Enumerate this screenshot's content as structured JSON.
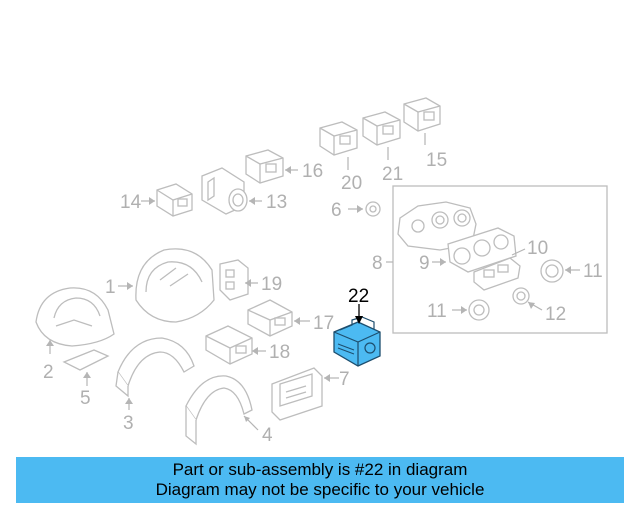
{
  "diagram": {
    "highlight_color": "#4cbaf2",
    "highlighted_part": "22",
    "callouts": {
      "c1": "1",
      "c2": "2",
      "c3": "3",
      "c4": "4",
      "c5": "5",
      "c6": "6",
      "c7": "7",
      "c8": "8",
      "c9": "9",
      "c10": "10",
      "c11a": "11",
      "c11b": "11",
      "c12": "12",
      "c13": "13",
      "c14": "14",
      "c15": "15",
      "c16": "16",
      "c17": "17",
      "c18": "18",
      "c19": "19",
      "c20": "20",
      "c21": "21",
      "c22": "22"
    }
  },
  "banner": {
    "background": "#4cbaf2",
    "line1": "Part or sub-assembly is #22 in diagram",
    "line2": "Diagram may not be specific to your vehicle"
  }
}
